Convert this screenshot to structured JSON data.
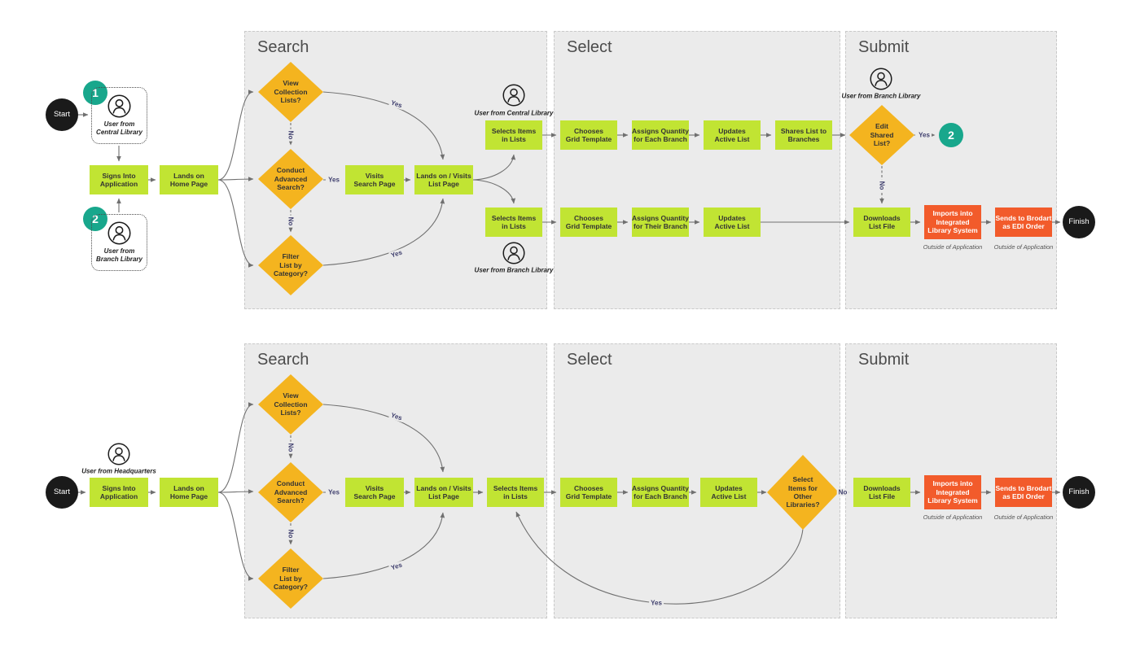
{
  "colors": {
    "box_green": "#c1e433",
    "diamond_gold": "#f4b41f",
    "box_orange": "#f25b2b",
    "badge_teal": "#18a78c",
    "terminal_black": "#1a1a1a",
    "panel_gray": "#ebebeb",
    "line_gray": "#707070",
    "edge_label_navy": "#3e3e6d"
  },
  "sections": {
    "search": "Search",
    "select": "Select",
    "submit": "Submit"
  },
  "terminals": {
    "start": "Start",
    "finish": "Finish"
  },
  "badges": {
    "one": "1",
    "two": "2"
  },
  "personas": {
    "central": "User from\nCentral Library",
    "branch": "User from\nBranch Library",
    "central_inline": "User from Central Library",
    "branch_inline": "User from Branch Library",
    "headquarters": "User from Headquarters"
  },
  "nodes": {
    "signs_into": "Signs Into\nApplication",
    "lands_home": "Lands on\nHome Page",
    "view_collection": "View\nCollection\nLists?",
    "conduct_advanced": "Conduct\nAdvanced\nSearch?",
    "filter_category": "Filter\nList by\nCategory?",
    "visits_search": "Visits\nSearch Page",
    "lands_list": "Lands on / Visits\nList Page",
    "selects_items": "Selects Items\nin Lists",
    "chooses_grid": "Chooses\nGrid Template",
    "assigns_each": "Assigns Quantity\nfor Each Branch",
    "assigns_their": "Assigns Quantity\nfor Their Branch",
    "updates_active": "Updates\nActive List",
    "shares_list": "Shares List to\nBranches",
    "edit_shared": "Edit\nShared\nList?",
    "select_other": "Select\nItems for\nOther\nLibraries?",
    "downloads_file": "Downloads\nList File",
    "imports_ils": "Imports into\nIntegrated\nLibrary System",
    "sends_brodart": "Sends to Brodart\nas EDI Order"
  },
  "edge_labels": {
    "yes": "Yes",
    "no": "No"
  },
  "annotations": {
    "outside": "Outside of Application"
  }
}
